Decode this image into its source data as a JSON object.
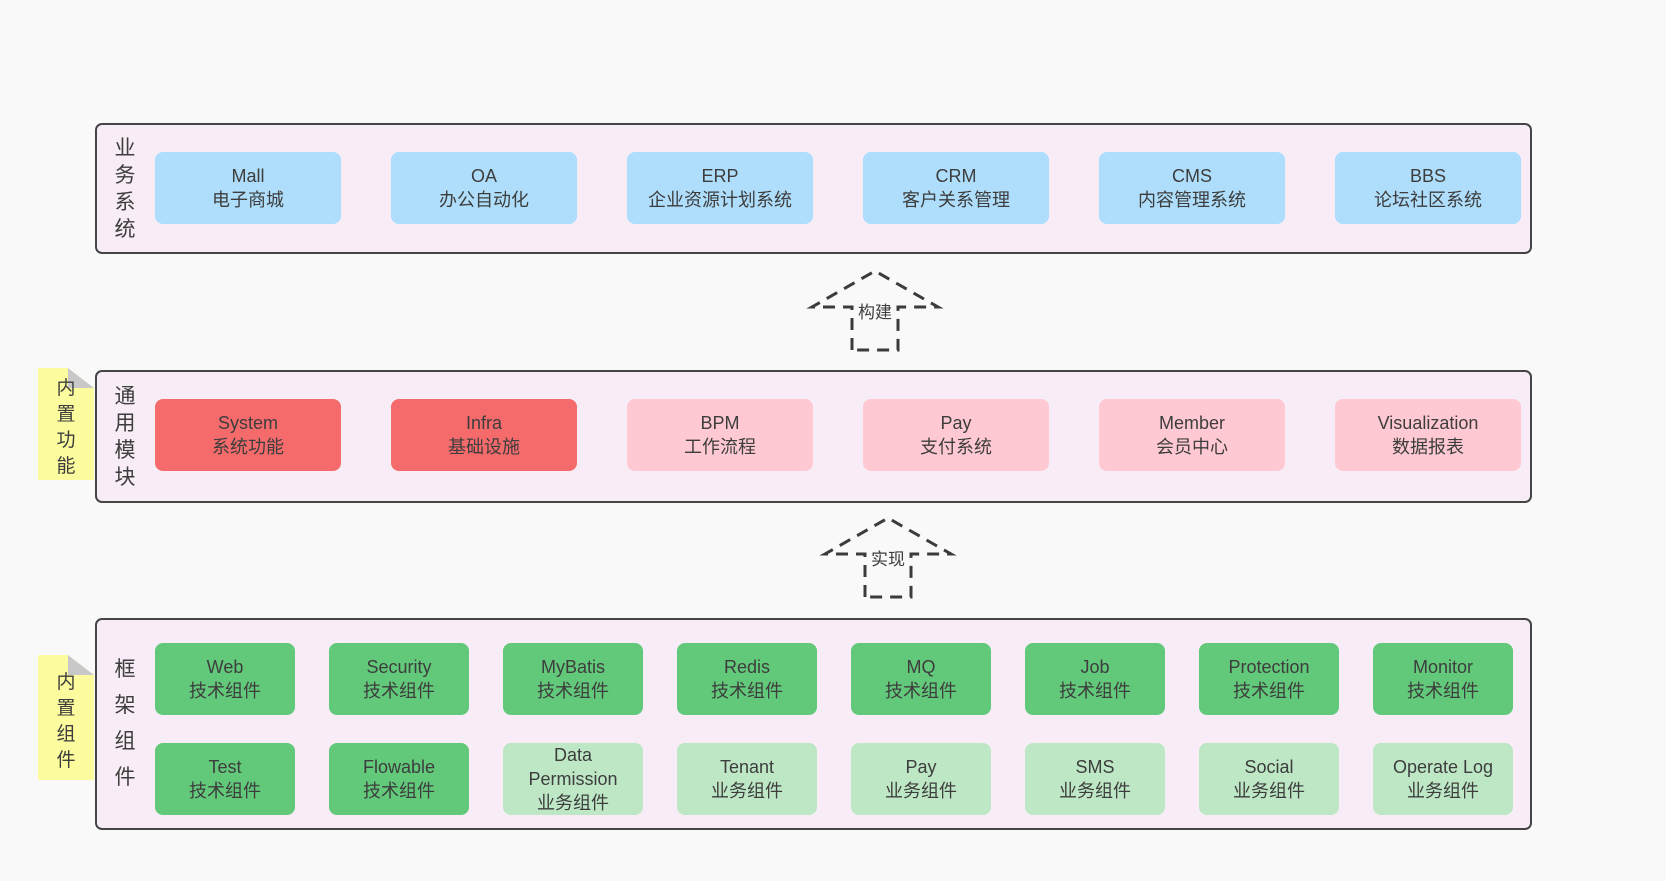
{
  "palette": {
    "page_background": "#f9f9f9",
    "container_background": "#f8edf6",
    "container_border": "#454545",
    "blue_box": "#aedefb",
    "red_box": "#f56b6c",
    "pink_box": "#fec9d2",
    "green_box": "#62c87a",
    "light_green_box": "#bee8c5",
    "sticky_yellow": "#fcfc9e",
    "sticky_fold_gray": "#c8c8c8",
    "text": "#3d3d3d"
  },
  "arrows": [
    {
      "label": "构建"
    },
    {
      "label": "实现"
    }
  ],
  "layers": {
    "business": {
      "label": "业务系统",
      "boxes": [
        {
          "title": "Mall",
          "subtitle": "电子商城"
        },
        {
          "title": "OA",
          "subtitle": "办公自动化"
        },
        {
          "title": "ERP",
          "subtitle": "企业资源计划系统"
        },
        {
          "title": "CRM",
          "subtitle": "客户关系管理"
        },
        {
          "title": "CMS",
          "subtitle": "内容管理系统"
        },
        {
          "title": "BBS",
          "subtitle": "论坛社区系统"
        }
      ]
    },
    "modules": {
      "label": "通用模块",
      "sticky": "内置功能",
      "boxes": [
        {
          "title": "System",
          "subtitle": "系统功能"
        },
        {
          "title": "Infra",
          "subtitle": "基础设施"
        },
        {
          "title": "BPM",
          "subtitle": "工作流程"
        },
        {
          "title": "Pay",
          "subtitle": "支付系统"
        },
        {
          "title": "Member",
          "subtitle": "会员中心"
        },
        {
          "title": "Visualization",
          "subtitle": "数据报表"
        }
      ]
    },
    "components": {
      "label": "框架组件",
      "sticky": "内置组件",
      "row1": [
        {
          "title": "Web",
          "subtitle": "技术组件"
        },
        {
          "title": "Security",
          "subtitle": "技术组件"
        },
        {
          "title": "MyBatis",
          "subtitle": "技术组件"
        },
        {
          "title": "Redis",
          "subtitle": "技术组件"
        },
        {
          "title": "MQ",
          "subtitle": "技术组件"
        },
        {
          "title": "Job",
          "subtitle": "技术组件"
        },
        {
          "title": "Protection",
          "subtitle": "技术组件"
        },
        {
          "title": "Monitor",
          "subtitle": "技术组件"
        }
      ],
      "row2": [
        {
          "title": "Test",
          "subtitle": "技术组件"
        },
        {
          "title": "Flowable",
          "subtitle": "技术组件"
        },
        {
          "title": "Data Permission",
          "subtitle": "业务组件"
        },
        {
          "title": "Tenant",
          "subtitle": "业务组件"
        },
        {
          "title": "Pay",
          "subtitle": "业务组件"
        },
        {
          "title": "SMS",
          "subtitle": "业务组件"
        },
        {
          "title": "Social",
          "subtitle": "业务组件"
        },
        {
          "title": "Operate Log",
          "subtitle": "业务组件"
        }
      ]
    }
  }
}
